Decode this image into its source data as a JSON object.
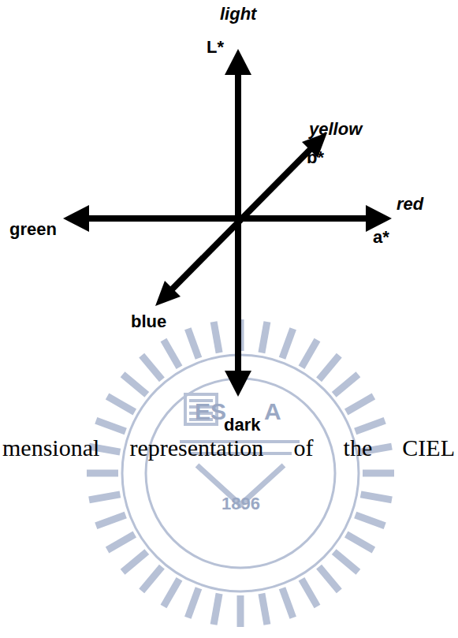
{
  "diagram": {
    "caption": "mensional representation of the CIEL",
    "labels": [
      "light",
      "L*",
      "yellow",
      "b*",
      "green",
      "red",
      "a*",
      "blue",
      "dark",
      "ES",
      "A",
      "1896"
    ]
  }
}
